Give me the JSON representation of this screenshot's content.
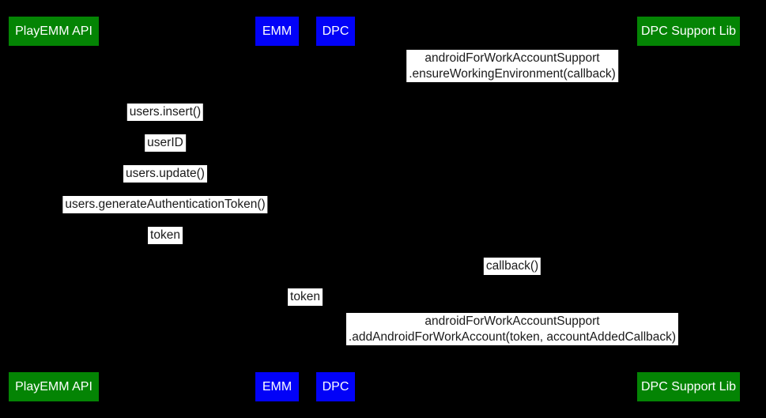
{
  "colors": {
    "background": "#000000",
    "actor-green": "#048404",
    "actor-blue": "#0202f8",
    "actor-text": "#ffffff",
    "label-bg": "#ffffff",
    "label-text": "#1a1a1a"
  },
  "actors": [
    {
      "label": "PlayEMM API",
      "variant": "green"
    },
    {
      "label": "EMM",
      "variant": "blue"
    },
    {
      "label": "DPC",
      "variant": "blue"
    },
    {
      "label": "DPC Support Lib",
      "variant": "green"
    }
  ],
  "messages": [
    {
      "lines": [
        "androidForWorkAccountSupport",
        ".ensureWorkingEnvironment(callback)"
      ]
    },
    {
      "lines": [
        "users.insert()"
      ]
    },
    {
      "lines": [
        "userID"
      ]
    },
    {
      "lines": [
        "users.update()"
      ]
    },
    {
      "lines": [
        "users.generateAuthenticationToken()"
      ]
    },
    {
      "lines": [
        "token"
      ]
    },
    {
      "lines": [
        "callback()"
      ]
    },
    {
      "lines": [
        "token"
      ]
    },
    {
      "lines": [
        "androidForWorkAccountSupport",
        ".addAndroidForWorkAccount(token, accountAddedCallback)"
      ]
    }
  ]
}
